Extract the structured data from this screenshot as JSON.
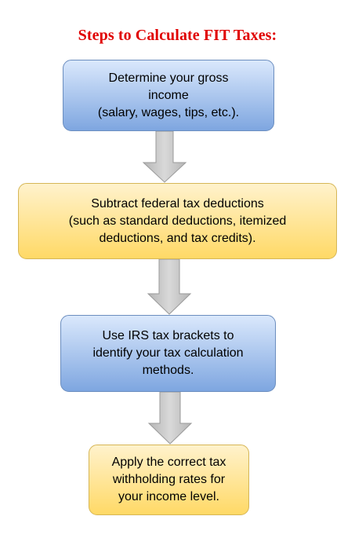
{
  "title": "Steps to Calculate FIT Taxes:",
  "steps": [
    {
      "lines": [
        "Determine your gross",
        "income",
        "(salary, wages, tips, etc.)."
      ],
      "fill": "#7ea6e0"
    },
    {
      "lines": [
        "Subtract federal tax deductions",
        "(such as standard deductions, itemized",
        "deductions, and tax credits)."
      ],
      "fill": "#ffd966"
    },
    {
      "lines": [
        "Use IRS tax brackets to",
        "identify your tax calculation",
        "methods."
      ],
      "fill": "#7ea6e0"
    },
    {
      "lines": [
        "Apply the correct tax",
        "withholding rates for",
        "your income level."
      ],
      "fill": "#ffd966"
    }
  ],
  "colors": {
    "title": "#e00000",
    "arrow": "#c8c8c8"
  },
  "icons": {
    "connector": "down-arrow-icon"
  }
}
